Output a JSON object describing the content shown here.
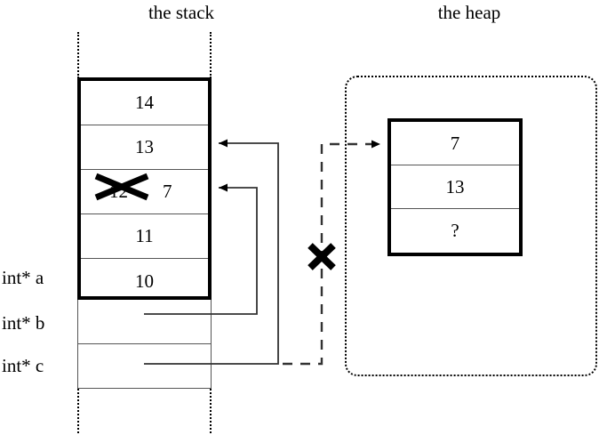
{
  "diagram": {
    "stack_title": "the stack",
    "heap_title": "the heap"
  },
  "stack": {
    "framed_cells": [
      {
        "value": "14"
      },
      {
        "value": "13"
      },
      {
        "value": "12",
        "replacement": "7",
        "struck": true
      },
      {
        "value": "11"
      },
      {
        "value": "10"
      }
    ],
    "pointer_labels": [
      {
        "name": "a",
        "text": "int* a"
      },
      {
        "name": "b",
        "text": "int* b"
      },
      {
        "name": "c",
        "text": "int* c"
      }
    ]
  },
  "heap": {
    "cells": [
      {
        "value": "7"
      },
      {
        "value": "13"
      },
      {
        "value": "?"
      }
    ]
  },
  "annotations": {
    "struck_mark": "x-cross",
    "invalidated_pointer_mark": "x-cross",
    "arrow_b_target": "stack-cell-12-7",
    "arrow_c_target": "stack-cell-13",
    "arrow_a_target": "heap-cell-7"
  },
  "colors": {
    "stroke": "#000000",
    "divider": "#555555",
    "background": "#ffffff"
  }
}
